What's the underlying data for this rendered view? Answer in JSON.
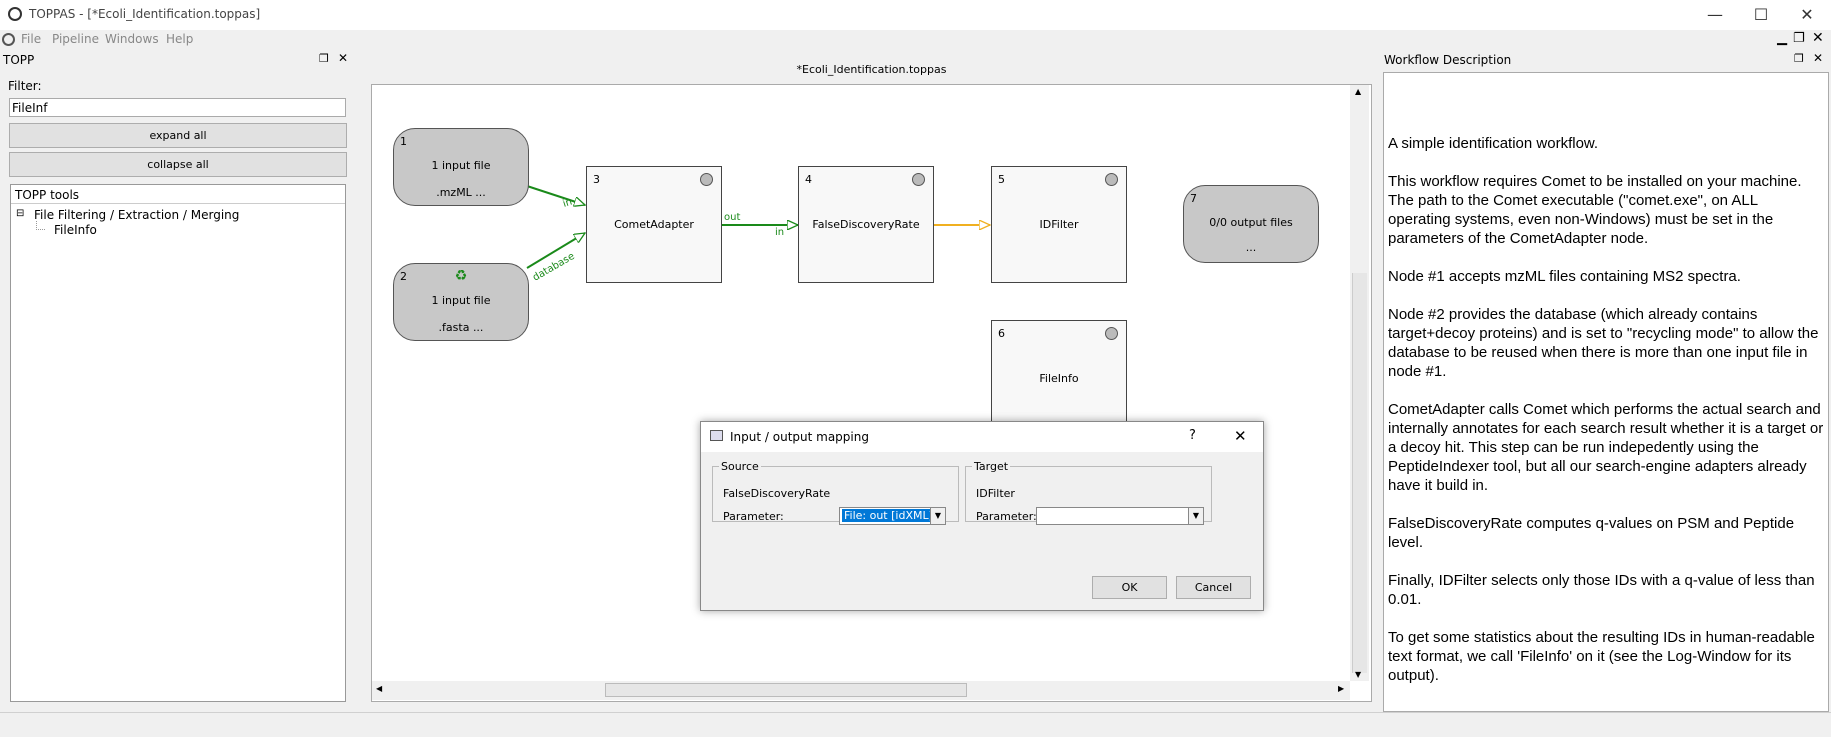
{
  "window": {
    "title": "TOPPAS - [*Ecoli_Identification.toppas]",
    "minimize": "—",
    "maximize": "☐",
    "close": "✕"
  },
  "menu": [
    "File",
    "Pipeline",
    "Windows",
    "Help"
  ],
  "left_panel": {
    "title": "TOPP",
    "filter_label": "Filter:",
    "filter_value": "FileInf",
    "expand_all": "expand all",
    "collapse_all": "collapse all",
    "tools_header": "TOPP tools",
    "tree": [
      {
        "label": "File Filtering / Extraction / Merging",
        "expander": "⊟"
      },
      {
        "label": "FileInfo"
      }
    ]
  },
  "canvas": {
    "tab_title": "*Ecoli_Identification.toppas",
    "nodes": [
      {
        "id": "1",
        "line1": "1 input file",
        "line2": ".mzML ..."
      },
      {
        "id": "2",
        "line1": "1 input file",
        "line2": ".fasta ..."
      },
      {
        "id": "3",
        "label": "CometAdapter"
      },
      {
        "id": "4",
        "label": "FalseDiscoveryRate"
      },
      {
        "id": "5",
        "label": "IDFilter"
      },
      {
        "id": "6",
        "label": "FileInfo"
      },
      {
        "id": "7",
        "line1": "0/0 output files",
        "line2": "..."
      }
    ],
    "edge_labels": {
      "in1": "in",
      "database": "database",
      "out": "out",
      "in2": "in"
    },
    "recycle_icon": "♻"
  },
  "dialog": {
    "title": "Input / output mapping",
    "help": "?",
    "close": "✕",
    "source_legend": "Source",
    "source_name": "FalseDiscoveryRate",
    "source_param_label": "Parameter:",
    "source_param_value": "File: out [idXML]",
    "target_legend": "Target",
    "target_name": "IDFilter",
    "target_param_label": "Parameter:",
    "target_param_value": "",
    "ok": "OK",
    "cancel": "Cancel"
  },
  "description": {
    "title": "Workflow Description",
    "paragraphs": [
      "A simple identification workflow.",
      "This workflow requires Comet to be installed on your machine. The path to the Comet executable (\"comet.exe\", on ALL operating systems, even non-Windows) must be set in the parameters of the CometAdapter node.",
      "Node #1 accepts mzML files containing MS2 spectra.",
      "Node #2 provides the database (which already contains target+decoy proteins) and is set to \"recycling mode\" to allow the database to be reused when there is more than one input file in node #1.",
      "CometAdapter calls Comet which performs the actual search and internally annotates for each search result whether it is a target or a decoy hit. This step can be run indepedently using the PeptideIndexer tool, but all our search-engine adapters already have it build in.",
      "FalseDiscoveryRate computes q-values on PSM and Peptide level.",
      "Finally, IDFilter selects only those IDs with a q-value of less than 0.01.",
      "To get some statistics about the resulting IDs in human-readable text format, we call 'FileInfo' on it (see the Log-Window for its output)."
    ]
  },
  "colors": {
    "edge_green": "#1a8a1a",
    "edge_orange": "#f0b020",
    "selection": "#0078d7"
  }
}
